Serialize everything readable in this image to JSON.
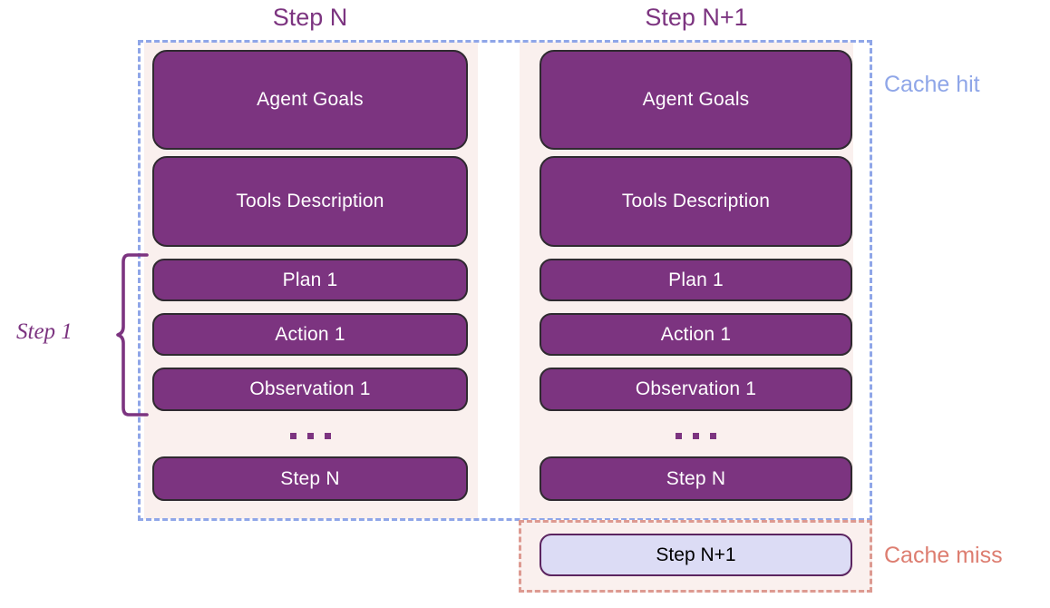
{
  "diagram": {
    "title_left": "Step N",
    "title_right": "Step N+1",
    "cache_hit_label": "Cache hit",
    "cache_miss_label": "Cache miss",
    "step1_brace_label": "Step 1",
    "ellipsis": "...",
    "colors": {
      "block_fill": "#7c3480",
      "block_border": "#2f2a30",
      "block_text": "#ffffff",
      "panel_background": "#faf0ee",
      "cache_hit_border": "#8fa6e8",
      "cache_hit_text": "#8fa6e8",
      "cache_miss_border": "#dd9a91",
      "cache_miss_text": "#dd7d70",
      "title_text": "#7c3480",
      "new_block_fill": "#dcdcf5",
      "new_block_border": "#5b2460",
      "new_block_text": "#000000",
      "brace_stroke": "#7c3480",
      "page_background": "#ffffff"
    },
    "columns": [
      {
        "name": "step-n",
        "title": "Step N",
        "blocks": [
          {
            "label": "Agent Goals",
            "kind": "system"
          },
          {
            "label": "Tools Description",
            "kind": "system"
          },
          {
            "label": "Plan 1",
            "kind": "step"
          },
          {
            "label": "Action 1",
            "kind": "step"
          },
          {
            "label": "Observation 1",
            "kind": "step"
          },
          {
            "label": "Step N",
            "kind": "step"
          }
        ]
      },
      {
        "name": "step-n-plus-1",
        "title": "Step N+1",
        "blocks": [
          {
            "label": "Agent Goals",
            "kind": "system"
          },
          {
            "label": "Tools Description",
            "kind": "system"
          },
          {
            "label": "Plan 1",
            "kind": "step"
          },
          {
            "label": "Action 1",
            "kind": "step"
          },
          {
            "label": "Observation 1",
            "kind": "step"
          },
          {
            "label": "Step N",
            "kind": "step"
          }
        ],
        "appended_block": {
          "label": "Step N+1",
          "kind": "new"
        }
      }
    ]
  }
}
